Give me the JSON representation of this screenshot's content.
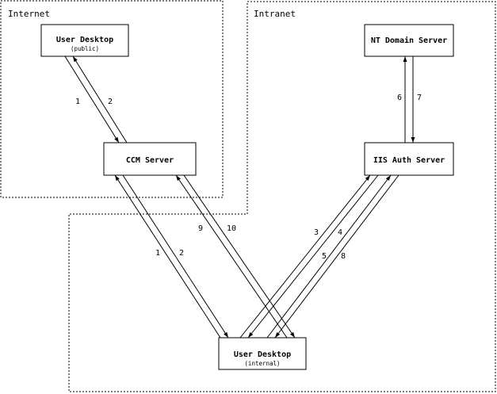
{
  "zones": {
    "internet": "Internet",
    "intranet": "Intranet"
  },
  "nodes": {
    "user_public": {
      "title": "User Desktop",
      "subtitle": "(public)"
    },
    "ccm": {
      "title": "CCM Server"
    },
    "nt": {
      "title": "NT Domain Server"
    },
    "iis": {
      "title": "IIS Auth Server"
    },
    "user_internal": {
      "title": "User Desktop",
      "subtitle": "(internal)"
    }
  },
  "edges": {
    "pub_to_ccm": "1",
    "ccm_to_pub": "2",
    "iis_to_nt": "6",
    "nt_to_iis": "7",
    "int_to_ccm": "1",
    "ccm_to_int": "2",
    "int_to_ccm_b": "9",
    "ccm_to_int_b": "10",
    "int_to_iis_a": "3",
    "iis_to_int_a": "4",
    "int_to_iis_b": "5",
    "iis_to_int_b": "8"
  }
}
